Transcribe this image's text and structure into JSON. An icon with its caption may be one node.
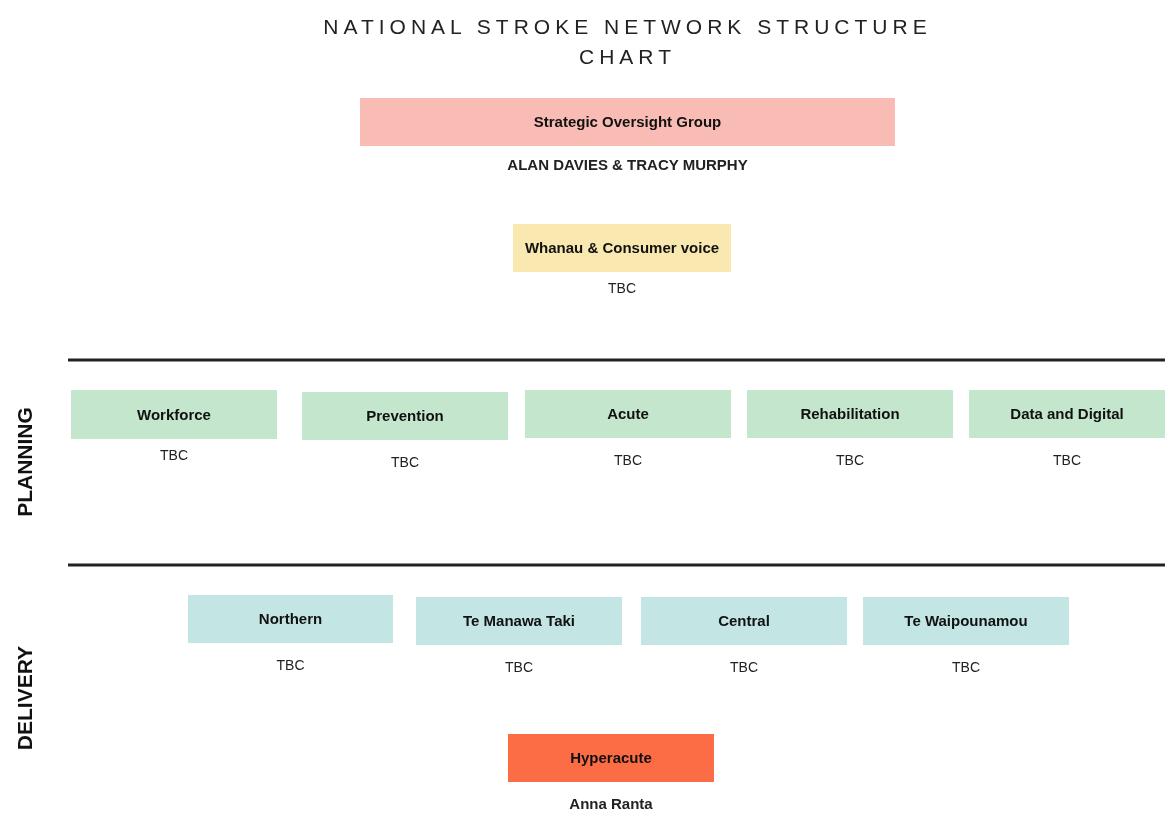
{
  "diagram": {
    "title": "NATIONAL STROKE NETWORK STRUCTURE CHART",
    "nodes": [
      {
        "text": [
          "Strategic Oversight Group"
        ],
        "beside": [
          "ALAN DAVIES & TRACY MURPHY"
        ]
      },
      {
        "text": [
          "Whanau & Consumer voice"
        ],
        "beside": [
          "TBC"
        ]
      },
      {
        "text": [
          "Workforce"
        ],
        "beside": [
          "TBC"
        ]
      },
      {
        "text": [
          "Prevention"
        ],
        "beside": [
          "TBC"
        ]
      },
      {
        "text": [
          "Acute"
        ],
        "beside": [
          "TBC"
        ]
      },
      {
        "text": [
          "Rehabilitation"
        ],
        "beside": [
          "TBC"
        ]
      },
      {
        "text": [
          "Data and Digital"
        ],
        "beside": [
          "TBC"
        ]
      },
      {
        "text": [
          "Northern"
        ],
        "beside": [
          "TBC"
        ]
      },
      {
        "text": [
          "Te Manawa Taki"
        ],
        "beside": [
          "TBC"
        ]
      },
      {
        "text": [
          "Central"
        ],
        "beside": [
          "TBC"
        ]
      },
      {
        "text": [
          "Te Waipounamou"
        ],
        "beside": [
          "TBC"
        ]
      },
      {
        "text": [
          "Hyperacute"
        ],
        "beside": [
          "Anna Ranta"
        ]
      }
    ],
    "labels": [
      "PLANNING",
      "DELIVERY"
    ]
  }
}
